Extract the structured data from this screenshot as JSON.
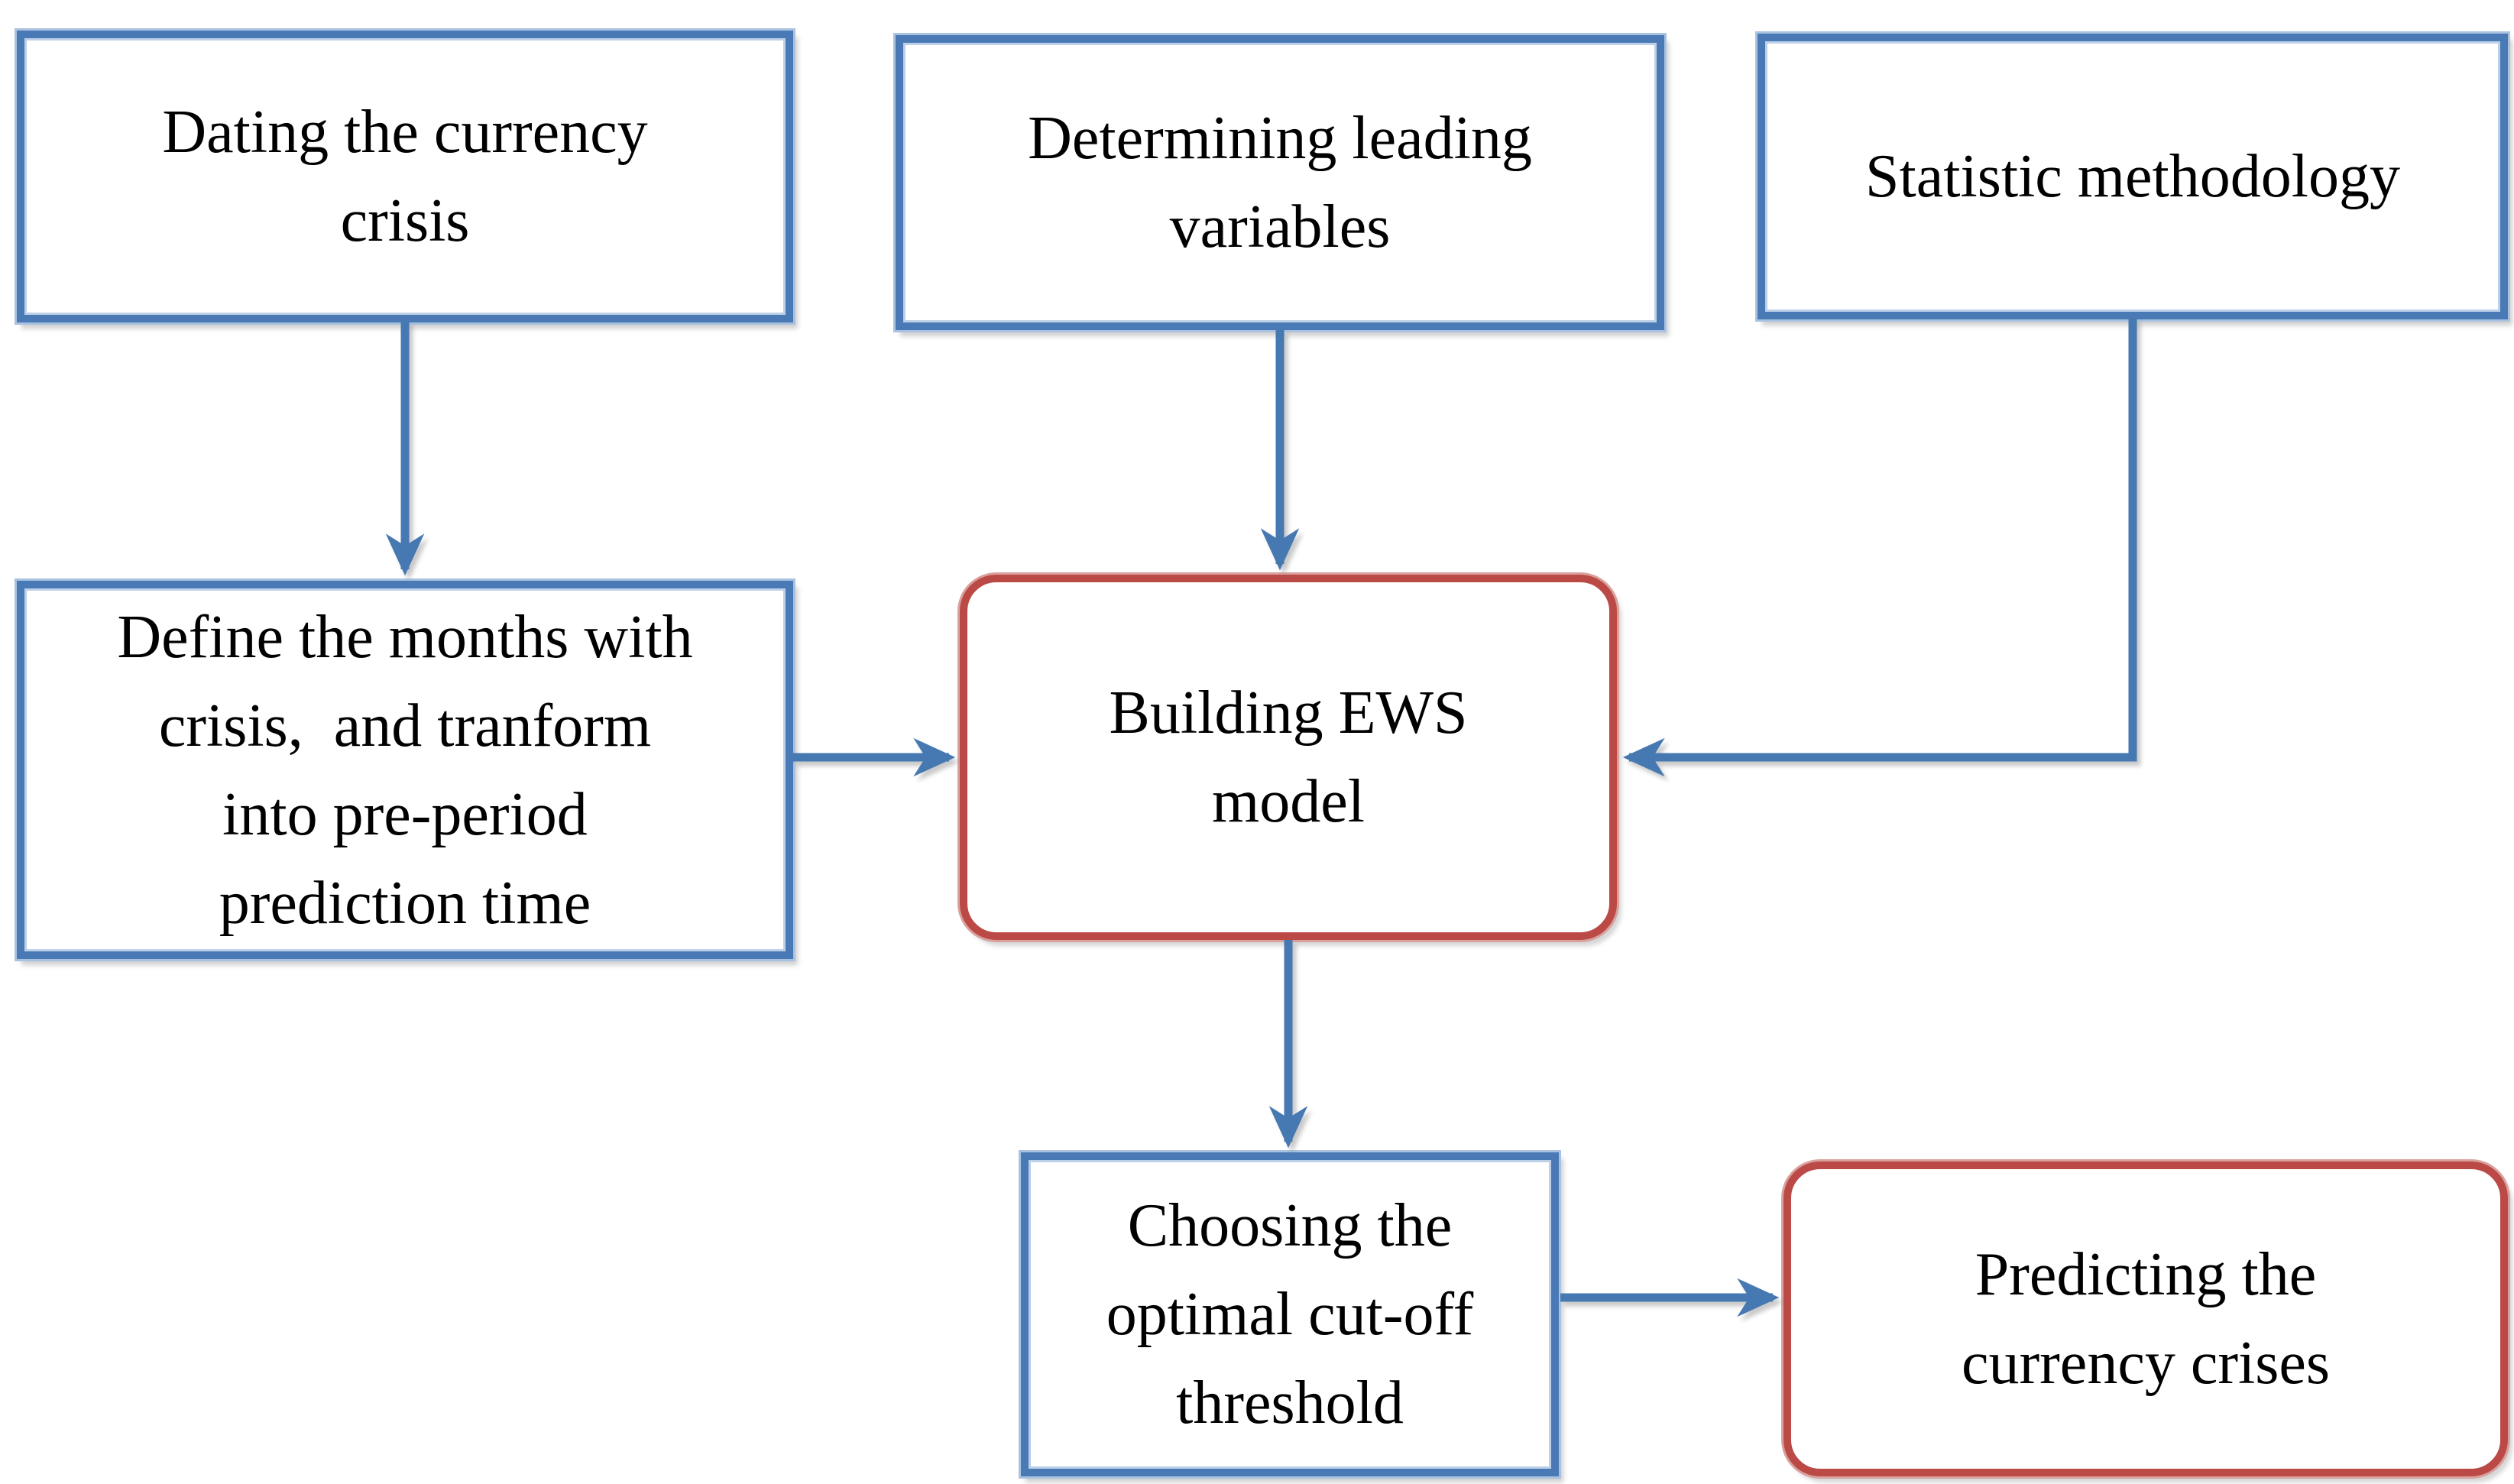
{
  "nodes": {
    "dating": {
      "label": "Dating the currency\ncrisis",
      "shape": "rectangle",
      "border": "blue"
    },
    "leading": {
      "label": "Determining leading\nvariables",
      "shape": "rectangle",
      "border": "blue"
    },
    "statistic": {
      "label": "Statistic methodology",
      "shape": "rectangle",
      "border": "blue"
    },
    "define": {
      "label": "Define the months with\ncrisis,  and tranform\ninto pre-period\nprediction time",
      "shape": "rectangle",
      "border": "blue"
    },
    "building": {
      "label": "Building EWS\nmodel",
      "shape": "rounded-rectangle",
      "border": "red"
    },
    "choosing": {
      "label": "Choosing the\noptimal cut-off\nthreshold",
      "shape": "rectangle",
      "border": "blue"
    },
    "predict": {
      "label": "Predicting the\ncurrency crises",
      "shape": "rounded-rectangle",
      "border": "red"
    }
  },
  "arrows": [
    {
      "from": "dating",
      "to": "define",
      "route": "straight-down"
    },
    {
      "from": "leading",
      "to": "building",
      "route": "straight-down"
    },
    {
      "from": "statistic",
      "to": "building",
      "route": "down-then-left"
    },
    {
      "from": "define",
      "to": "building",
      "route": "straight-right"
    },
    {
      "from": "building",
      "to": "choosing",
      "route": "straight-down"
    },
    {
      "from": "choosing",
      "to": "predict",
      "route": "straight-right"
    }
  ],
  "colors": {
    "blue_border": "#4a7ab6",
    "blue_halo": "#a9c2e0",
    "blue_inner": "#bcd0e8",
    "red_border": "#bb4a47",
    "red_halo": "#d9a09c",
    "arrow": "#4678b2",
    "text": "#000000",
    "background": "#ffffff"
  }
}
